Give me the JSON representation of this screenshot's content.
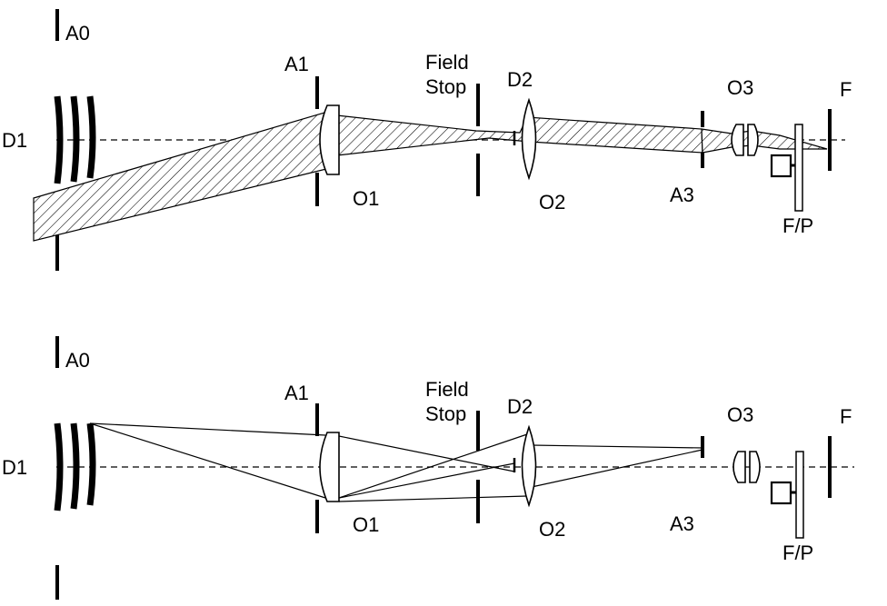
{
  "panels": [
    {
      "id": "top",
      "labels": {
        "a0": "A0",
        "a1": "A1",
        "field_stop_1": "Field",
        "field_stop_2": "Stop",
        "d1": "D1",
        "d2": "D2",
        "o1": "O1",
        "o2": "O2",
        "o3": "O3",
        "a3": "A3",
        "f": "F",
        "fp": "F/P"
      }
    },
    {
      "id": "bottom",
      "labels": {
        "a0": "A0",
        "a1": "A1",
        "field_stop_1": "Field",
        "field_stop_2": "Stop",
        "d1": "D1",
        "d2": "D2",
        "o1": "O1",
        "o2": "O2",
        "o3": "O3",
        "a3": "A3",
        "f": "F",
        "fp": "F/P"
      }
    }
  ]
}
